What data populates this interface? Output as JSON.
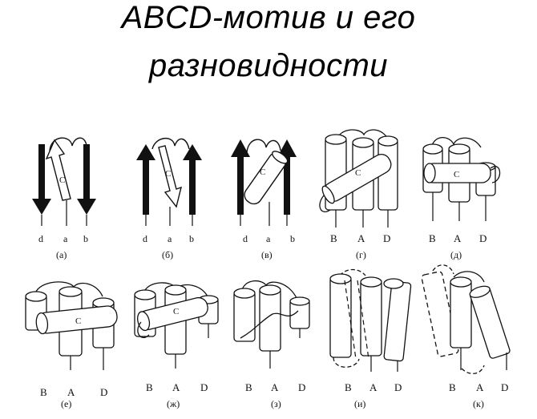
{
  "title": {
    "line1": "ABCD-мотив и его",
    "line2": "разновидности"
  },
  "panels": [
    {
      "id": "a",
      "caption": "(а)",
      "axis_labels": [
        "d",
        "a",
        "b"
      ],
      "helix_label": "C"
    },
    {
      "id": "b",
      "caption": "(б)",
      "axis_labels": [
        "d",
        "a",
        "b"
      ],
      "helix_label": "C"
    },
    {
      "id": "v",
      "caption": "(в)",
      "axis_labels": [
        "d",
        "a",
        "b"
      ],
      "helix_label": "C"
    },
    {
      "id": "g",
      "caption": "(г)",
      "axis_labels": [
        "B",
        "A",
        "D"
      ],
      "helix_label": "C"
    },
    {
      "id": "d",
      "caption": "(д)",
      "axis_labels": [
        "B",
        "A",
        "D"
      ],
      "helix_label": "C"
    },
    {
      "id": "e",
      "caption": "(е)",
      "axis_labels": [
        "B",
        "A",
        "D"
      ],
      "helix_label": "C"
    },
    {
      "id": "zh",
      "caption": "(ж)",
      "axis_labels": [
        "B",
        "A",
        "D"
      ],
      "helix_label": "C"
    },
    {
      "id": "z",
      "caption": "(з)",
      "axis_labels": [
        "B",
        "A",
        "D"
      ],
      "helix_label": ""
    },
    {
      "id": "i",
      "caption": "(и)",
      "axis_labels": [
        "B",
        "A",
        "D"
      ],
      "helix_label": ""
    },
    {
      "id": "k",
      "caption": "(к)",
      "axis_labels": [
        "B",
        "A",
        "D"
      ],
      "helix_label": ""
    }
  ]
}
